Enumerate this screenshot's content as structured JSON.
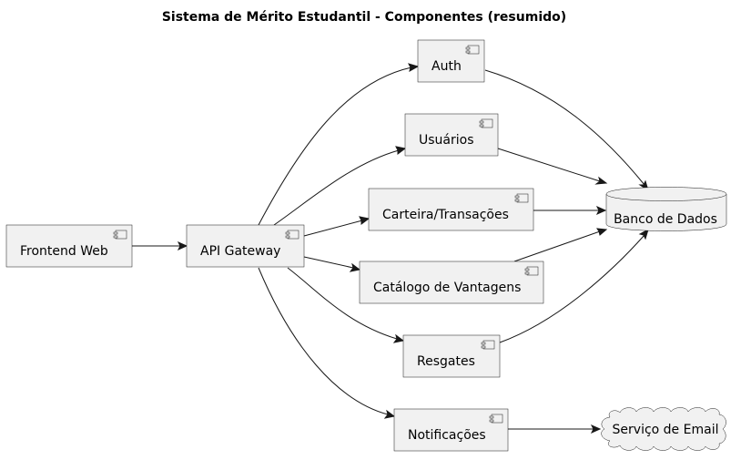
{
  "diagram": {
    "title": "Sistema de Mérito Estudantil - Componentes (resumido)",
    "components": {
      "frontend": "Frontend Web",
      "gateway": "API Gateway",
      "auth": "Auth",
      "usuarios": "Usuários",
      "carteira": "Carteira/Transações",
      "catalogo": "Catálogo de Vantagens",
      "resgates": "Resgates",
      "notificacoes": "Notificações"
    },
    "database": "Banco de Dados",
    "cloud": "Serviço de Email"
  }
}
